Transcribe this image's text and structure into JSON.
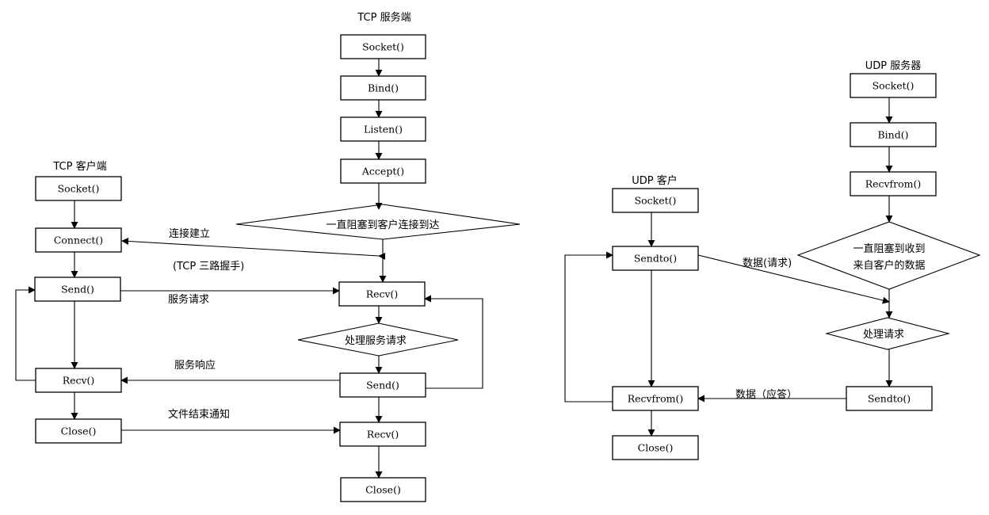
{
  "colors": {
    "line": "#000000",
    "fill": "#ffffff",
    "text": "#000000"
  },
  "tcp_server": {
    "title": "TCP 服务端",
    "socket": "Socket()",
    "bind": "Bind()",
    "listen": "Listen()",
    "accept": "Accept()",
    "block_until_client": "一直阻塞到客户连接到达",
    "recv": "Recv()",
    "process_request": "处理服务请求",
    "send": "Send()",
    "recv2": "Recv()",
    "close": "Close()"
  },
  "tcp_client": {
    "title": "TCP 客户端",
    "socket": "Socket()",
    "connect": "Connect()",
    "send": "Send()",
    "recv": "Recv()",
    "close": "Close()"
  },
  "tcp_labels": {
    "connection_established": "连接建立",
    "three_way_handshake": "(TCP 三路握手)",
    "service_request": "服务请求",
    "service_response": "服务响应",
    "file_end_notice": "文件结束通知"
  },
  "udp_server": {
    "title": "UDP 服务器",
    "socket": "Socket()",
    "bind": "Bind()",
    "recvfrom": "Recvfrom()",
    "block_line1": "一直阻塞到收到",
    "block_line2": "来自客户的数据",
    "process_request": "处理请求",
    "sendto": "Sendto()"
  },
  "udp_client": {
    "title": "UDP 客户",
    "socket": "Socket()",
    "sendto": "Sendto()",
    "recvfrom": "Recvfrom()",
    "close": "Close()"
  },
  "udp_labels": {
    "data_request": "数据(请求)",
    "data_response": "数据（应答）"
  }
}
